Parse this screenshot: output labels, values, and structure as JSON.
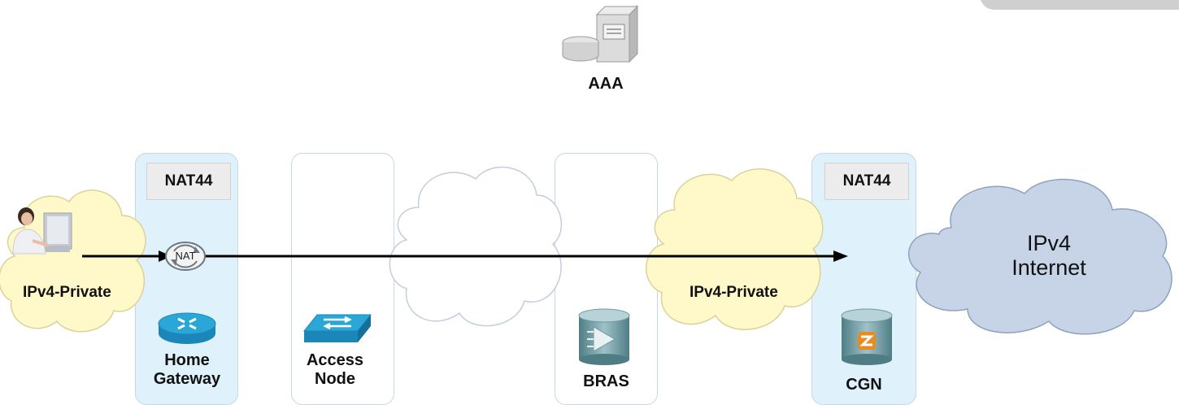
{
  "aaa": {
    "label": "AAA"
  },
  "home_gateway": {
    "nat_label": "NAT44",
    "label_line1": "Home",
    "label_line2": "Gateway",
    "nat_icon_text": "NAT"
  },
  "access_node": {
    "label_line1": "Access",
    "label_line2": "Node"
  },
  "bras": {
    "label": "BRAS"
  },
  "cgn": {
    "nat_label": "NAT44",
    "label": "CGN"
  },
  "private_cloud_left": {
    "label": "IPv4-Private"
  },
  "private_cloud_right": {
    "label": "IPv4-Private"
  },
  "internet_cloud": {
    "label_line1": "IPv4",
    "label_line2": "Internet"
  },
  "colors": {
    "panel_blue": "#dff1fb",
    "private_cloud": "#fff9c9",
    "internet_cloud": "#c7d4e7",
    "router_blue": "#2aa7d6"
  },
  "icons": [
    "server-icon",
    "user-pc-icon",
    "nat-icon",
    "router-icon",
    "switch-icon",
    "bras-router-icon",
    "cgn-router-icon"
  ]
}
